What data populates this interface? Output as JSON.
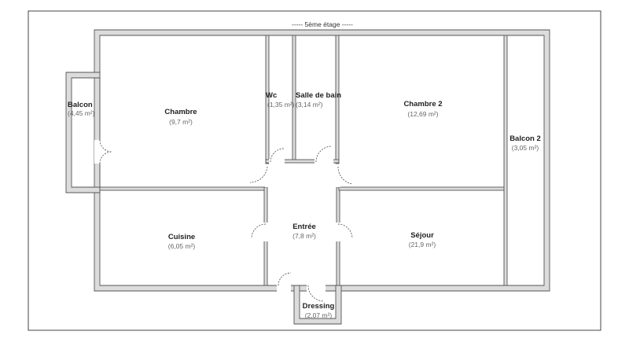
{
  "floor": {
    "title": "----- 5ème étage -----"
  },
  "rooms": {
    "balcon": {
      "name": "Balcon",
      "area": "(4,45 m²)"
    },
    "chambre": {
      "name": "Chambre",
      "area": "(9,7 m²)"
    },
    "wc": {
      "name": "Wc",
      "area": "(1,35 m²)"
    },
    "salle_bain": {
      "name": "Salle de bain",
      "area": "(3,14 m²)"
    },
    "chambre2": {
      "name": "Chambre 2",
      "area": "(12,69 m²)"
    },
    "balcon2": {
      "name": "Balcon 2",
      "area": "(3,05 m²)"
    },
    "cuisine": {
      "name": "Cuisine",
      "area": "(6,05 m²)"
    },
    "entree": {
      "name": "Entrée",
      "area": "(7,8 m²)"
    },
    "sejour": {
      "name": "Séjour",
      "area": "(21,9 m²)"
    },
    "dressing": {
      "name": "Dressing",
      "area": "(2,07 m²)"
    }
  },
  "colors": {
    "wall_fill": "#dcdcdc",
    "wall_stroke": "#555555",
    "frame": "#444444",
    "background": "#ffffff"
  }
}
